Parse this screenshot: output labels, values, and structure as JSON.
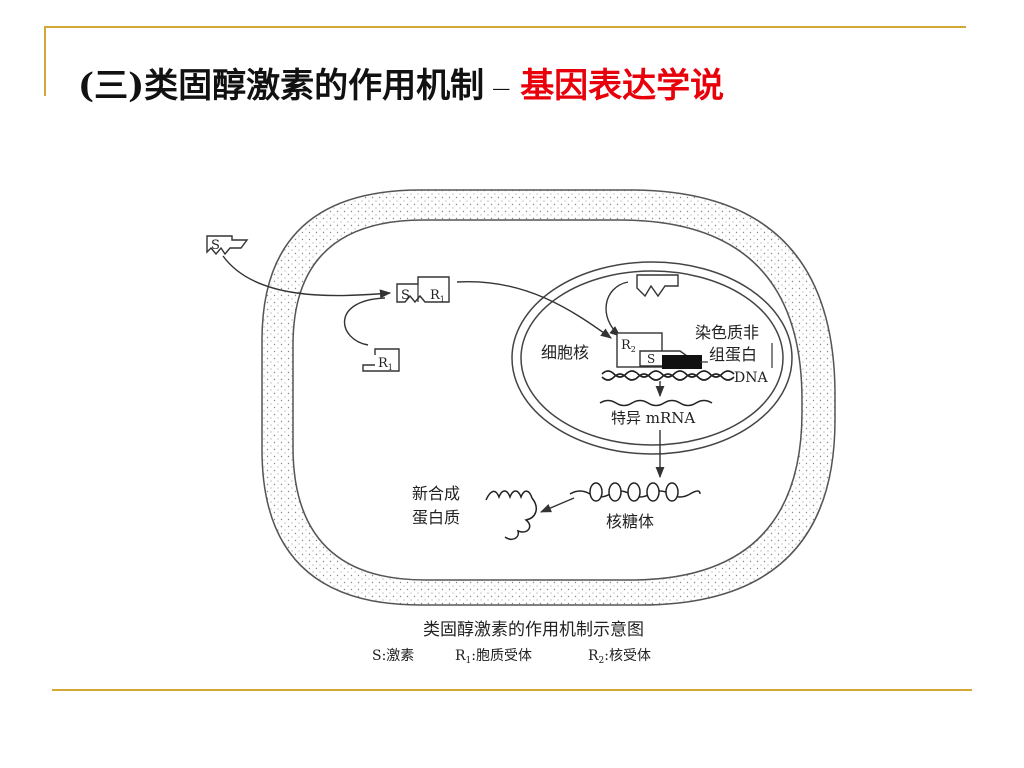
{
  "slide": {
    "title_main": "(三)类固醇激素的作用机制",
    "title_dash": "—",
    "title_sub": "基因表达学说",
    "accent_color": "#d4a837",
    "subtitle_color": "#e8000b"
  },
  "diagram": {
    "hormone_s": "S",
    "complex_s": "S",
    "complex_r1": "R",
    "complex_r1_sub": "1",
    "receptor_r1": "R",
    "receptor_r1_sub": "1",
    "nucleus_label": "细胞核",
    "receptor_r2": "R",
    "receptor_r2_sub": "2",
    "nuclear_s": "S",
    "chromatin_label_1": "染色质非",
    "chromatin_label_2": "组蛋白",
    "dna_label": "DNA",
    "mrna_label": "特异 mRNA",
    "ribosome_label": "核糖体",
    "protein_label_1": "新合成",
    "protein_label_2": "蛋白质",
    "caption": "类固醇激素的作用机制示意图",
    "legend_s": "S:激素",
    "legend_r1_a": "R",
    "legend_r1_sub": "1",
    "legend_r1_b": ":胞质受体",
    "legend_r2_a": "R",
    "legend_r2_sub": "2",
    "legend_r2_b": ":核受体"
  }
}
